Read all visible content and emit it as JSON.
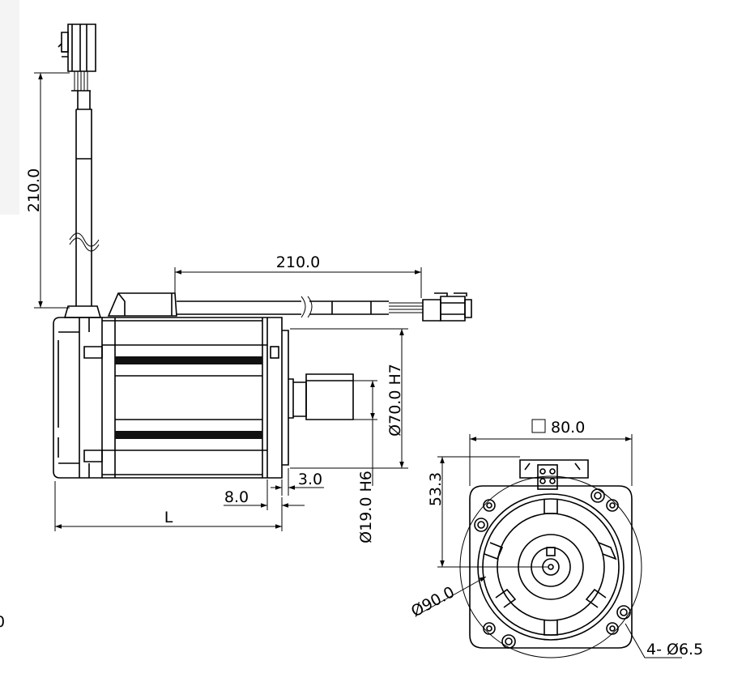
{
  "dimensions": {
    "motor_cable_length": "210.0",
    "encoder_cable_length": "210.0",
    "pilot_diameter": "Ø70.0 H7",
    "shaft_diameter": "Ø19.0 H6",
    "pilot_depth": "3.0",
    "shaft_key_offset": "8.0",
    "body_length": "L",
    "flange_square": "80.0",
    "connector_height": "53.3",
    "bolt_circle": "Ø90.0",
    "mounting_holes": "4- Ø6.5"
  },
  "edge_fragment": "0"
}
